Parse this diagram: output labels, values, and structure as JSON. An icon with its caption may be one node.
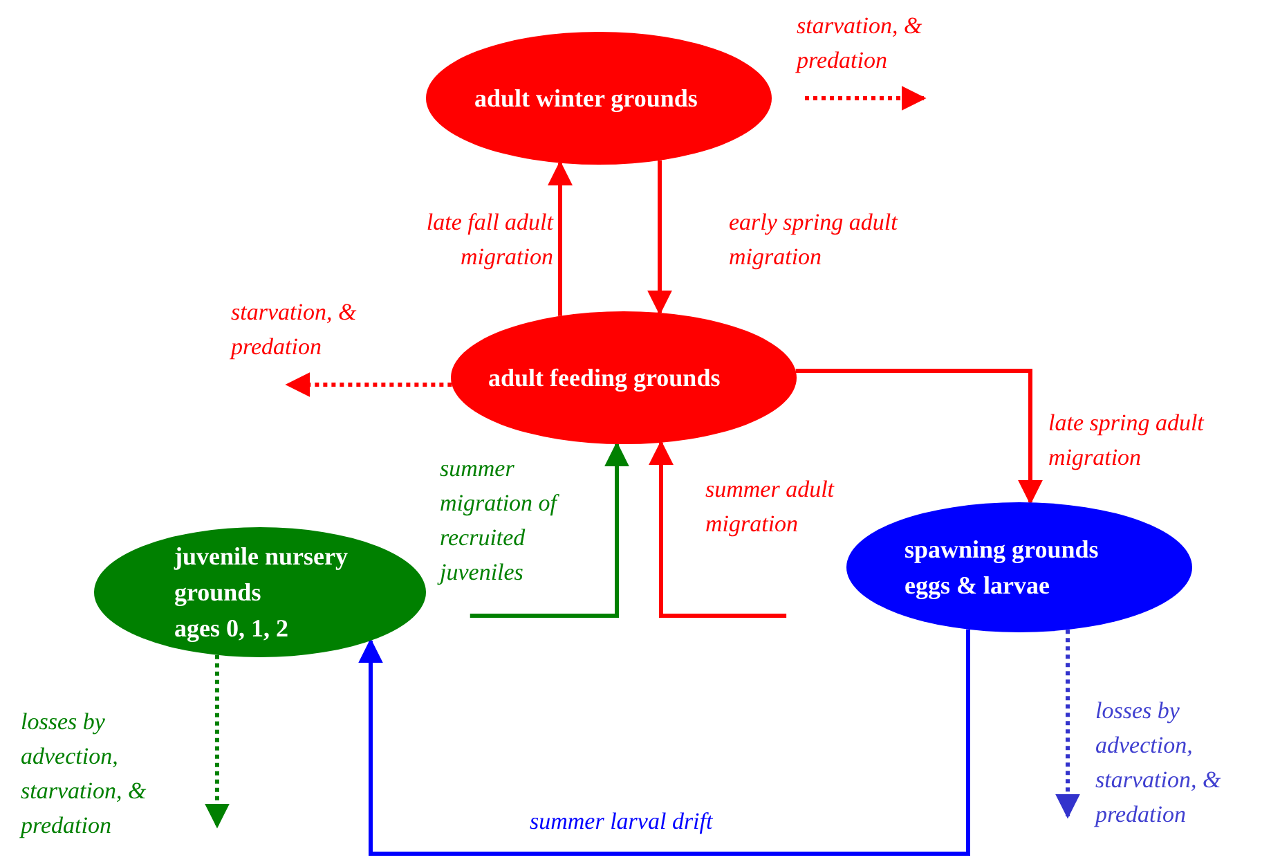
{
  "diagram": {
    "nodes": [
      {
        "text": [
          "adult winter grounds"
        ]
      },
      {
        "text": [
          "adult feeding grounds"
        ]
      },
      {
        "text": [
          "juvenile nursery grounds",
          "ages 0, 1, 2"
        ]
      },
      {
        "text": [
          "spawning grounds",
          "eggs & larvae"
        ]
      }
    ],
    "edges": [
      {
        "from": 1,
        "to": 0,
        "arrow": "to",
        "label": "late fall adult migration"
      },
      {
        "from": 0,
        "to": 1,
        "arrow": "to",
        "label": "early spring adult migration"
      },
      {
        "from": 1,
        "to": 3,
        "arrow": "to",
        "label": "late spring adult migration"
      },
      {
        "from": 2,
        "to": 1,
        "arrow": "to",
        "label": "summer migration of recruited juveniles",
        "color": "#008000"
      },
      {
        "from": 3,
        "to": 1,
        "arrow": "to",
        "label": "summer adult migration"
      },
      {
        "from": 3,
        "to": 2,
        "arrow": "to",
        "label": "summer larval drift",
        "color": "#0000ff"
      },
      {
        "from": 0,
        "to": null,
        "arrow": "to",
        "label": "starvation, & predation",
        "style": "dashed"
      },
      {
        "from": 1,
        "to": null,
        "arrow": "to",
        "label": "starvation, & predation",
        "style": "dashed"
      },
      {
        "from": 2,
        "to": null,
        "arrow": "to",
        "label": "losses by advection, starvation, & predation",
        "style": "dashed",
        "color": "#008000"
      },
      {
        "from": 3,
        "to": null,
        "arrow": "to",
        "label": "losses by advection, starvation, & predation",
        "style": "dashed",
        "color": "#3333cc"
      }
    ]
  }
}
